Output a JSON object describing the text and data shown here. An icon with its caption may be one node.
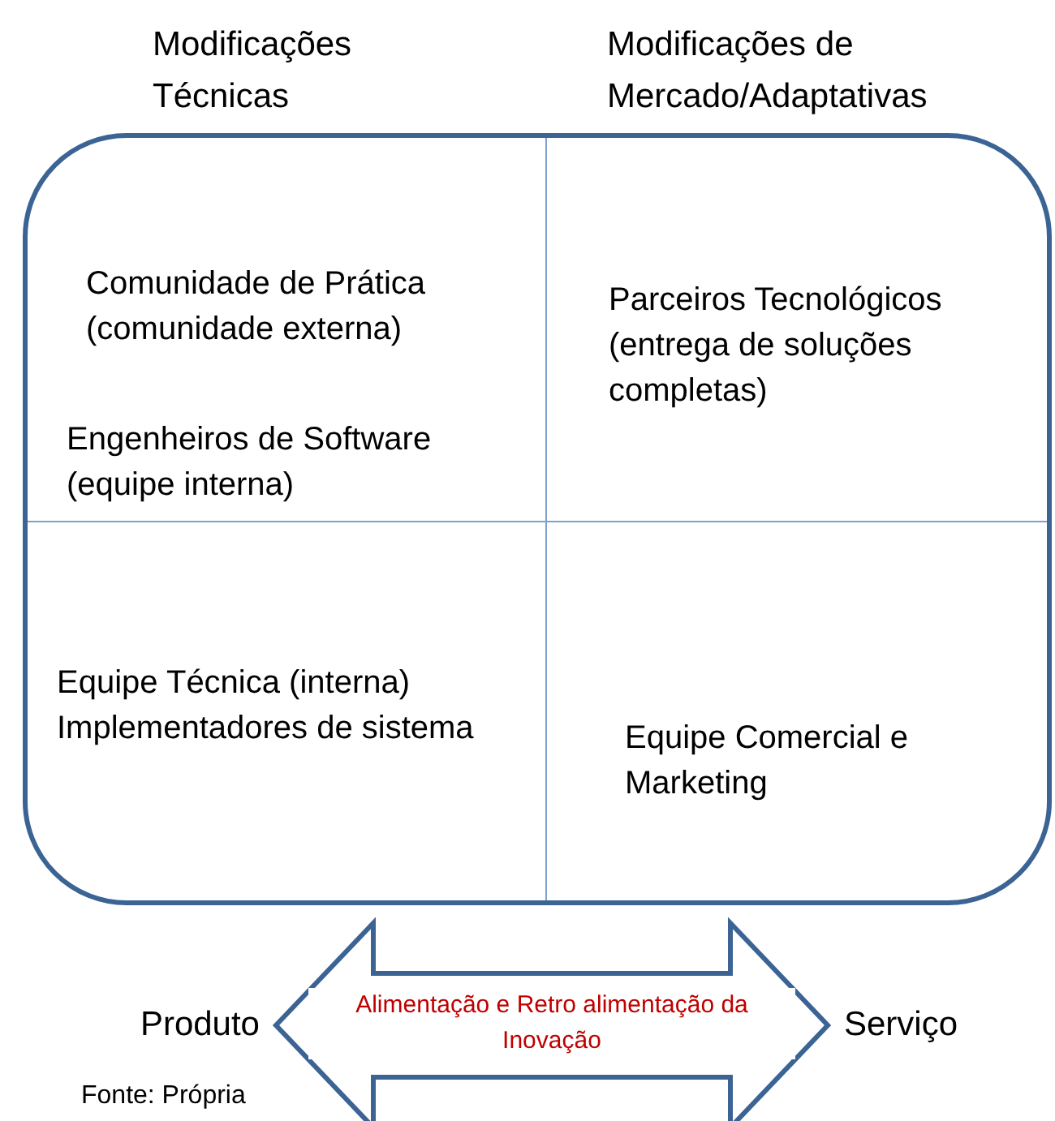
{
  "diagram": {
    "caption": "Fonte: Própria",
    "nodes": [
      {
        "text": [],
        "shape": "box"
      },
      {
        "text": [
          "Comunidade de Prática (comunidade externa)",
          "Engenheiros de Software (equipe interna)"
        ],
        "in": 0
      },
      {
        "text": [
          "Parceiros Tecnológicos (entrega de soluções completas)"
        ],
        "in": 0
      },
      {
        "text": [
          "Equipe Técnica (interna)",
          "Implementadores de sistema"
        ],
        "in": 0
      },
      {
        "text": [
          "Equipe Comercial e Marketing"
        ],
        "in": 0
      },
      {
        "text": [
          "Produto"
        ]
      },
      {
        "text": [
          "Serviço"
        ]
      }
    ],
    "edges": [
      {
        "from": 5,
        "to": 6,
        "arrow": "both",
        "label": "Alimentação e Retro alimentação da Inovação"
      }
    ],
    "labels": [
      "Modificações Técnicas",
      "Modificações de Mercado/Adaptativas"
    ]
  }
}
